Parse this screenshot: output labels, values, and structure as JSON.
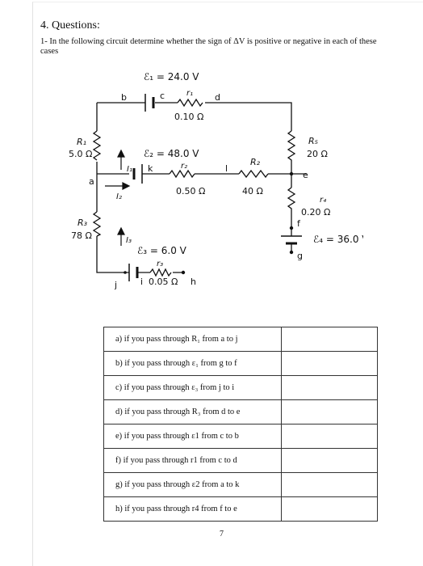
{
  "heading": "4. Questions:",
  "instructions": "1- In the following circuit determine whether the sign of ΔV is positive or negative in each of these cases",
  "circuit": {
    "emf1": "ℰ₁ = 24.0 V",
    "emf2": "ℰ₂ = 48.0 V",
    "emf3": "ℰ₃ = 6.0 V",
    "emf4": "ℰ₄ = 36.0 V",
    "r1": "r₁",
    "r1_value": "0.10 Ω",
    "r2": "r₂",
    "r2_value": "0.50 Ω",
    "r3": "r₃",
    "r3_value": "0.05 Ω",
    "r4": "r₄",
    "r4_value": "0.20 Ω",
    "R1": "R₁",
    "R1_value": "5.0 Ω",
    "R2": "R₂",
    "R2_value": "40 Ω",
    "R3": "R₃",
    "R3_value": "78 Ω",
    "R5": "R₅",
    "R5_value": "20 Ω",
    "I1": "I₁",
    "I2": "I₂",
    "I3": "I₃",
    "nodes": {
      "a": "a",
      "b": "b",
      "c": "c",
      "d": "d",
      "e": "e",
      "f": "f",
      "g": "g",
      "h": "h",
      "i": "i",
      "j": "j",
      "k": "k",
      "l": "l"
    }
  },
  "questions": [
    "a)  if you pass through R₁ from a to j",
    "b)  if you pass through ε₁ from g to f",
    "c)  if you pass through ε₃ from j to i",
    "d)  if you pass through R₃ from d to e",
    "e)  if you pass through ε1 from c to b",
    "f)  if you pass through r1 from c to d",
    "g)  if you pass through ε2  from a to k",
    "h)  if you pass through r4 from f to e"
  ],
  "page_number": "7"
}
